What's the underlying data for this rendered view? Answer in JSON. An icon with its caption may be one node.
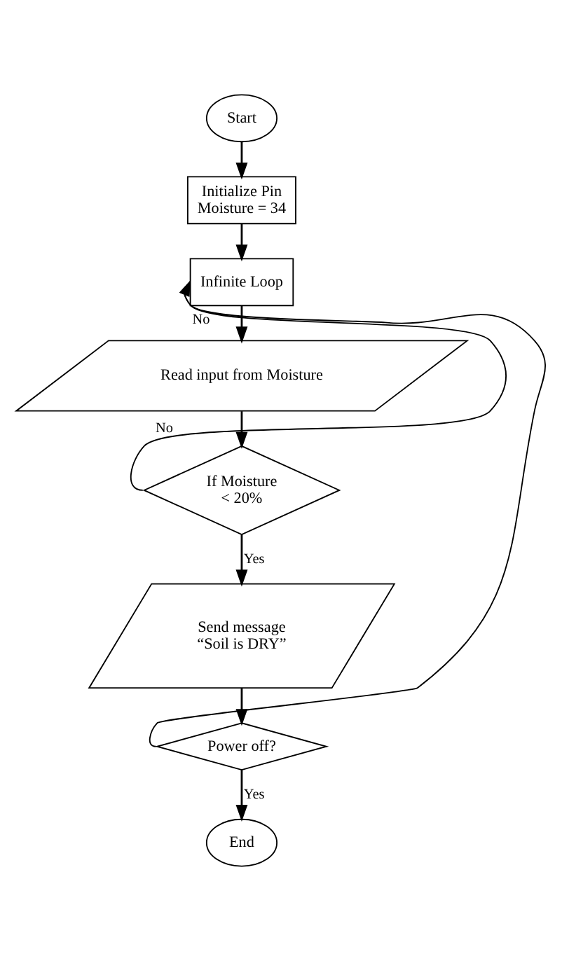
{
  "diagram": {
    "nodes": [
      {
        "text": [
          "Start"
        ]
      },
      {
        "text": [
          "Initialize Pin",
          "Moisture = 34"
        ]
      },
      {
        "text": [
          "Infinite Loop"
        ]
      },
      {
        "text": [
          "Read input from Moisture"
        ]
      },
      {
        "text": [
          "If Moisture",
          "< 20%"
        ]
      },
      {
        "text": [
          "Send message",
          "“Soil is DRY”"
        ]
      },
      {
        "text": [
          "Power off?"
        ]
      },
      {
        "text": [
          "End"
        ]
      }
    ],
    "edges": [
      {
        "from": 0,
        "to": 1,
        "arrow": "to"
      },
      {
        "from": 1,
        "to": 2,
        "arrow": "to"
      },
      {
        "from": 2,
        "to": 3,
        "arrow": "to"
      },
      {
        "from": 3,
        "to": 4,
        "arrow": "to"
      },
      {
        "from": 4,
        "to": 5,
        "arrow": "to",
        "label": "Yes"
      },
      {
        "from": 5,
        "to": 6,
        "arrow": "to"
      },
      {
        "from": 6,
        "to": 7,
        "arrow": "to",
        "label": "Yes"
      },
      {
        "from": 4,
        "to": 2,
        "arrow": "to",
        "label": "No"
      },
      {
        "from": 6,
        "to": 2,
        "arrow": "to",
        "label": "No"
      }
    ]
  }
}
